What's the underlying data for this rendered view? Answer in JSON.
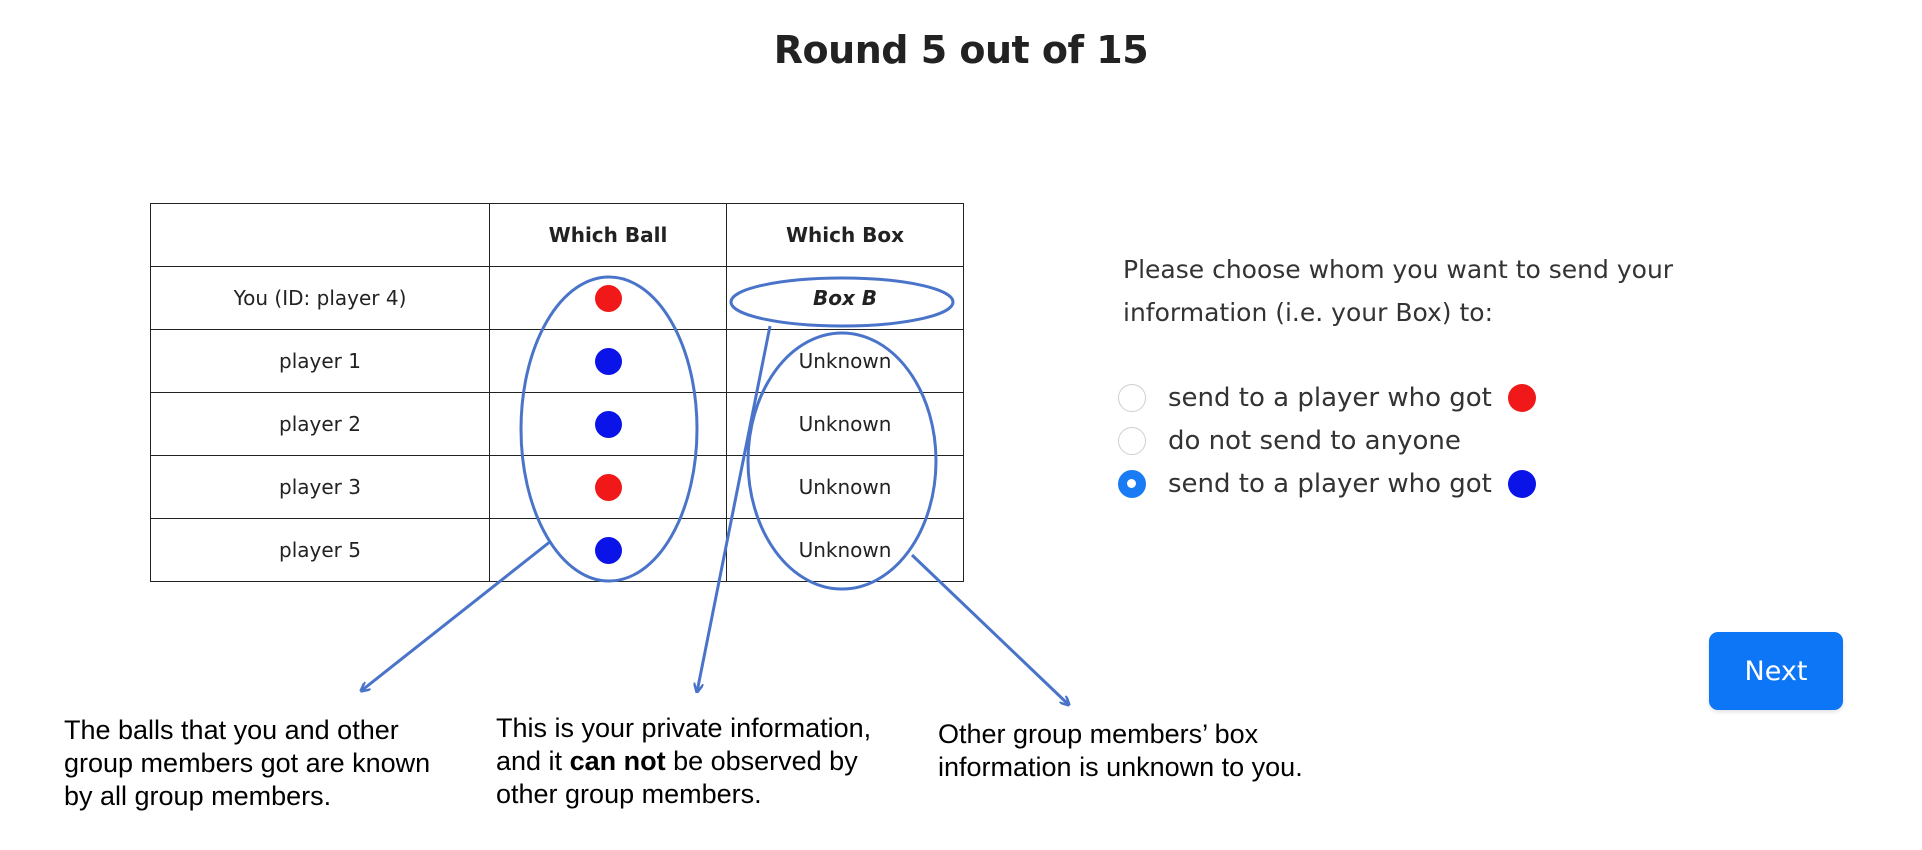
{
  "page": {
    "title": "Round 5 out of 15"
  },
  "table": {
    "headers": [
      "",
      "Which Ball",
      "Which Box"
    ],
    "rows": [
      {
        "name": "You (ID: player 4)",
        "ball": "red",
        "box": "Box B"
      },
      {
        "name": "player 1",
        "ball": "blue",
        "box": "Unknown"
      },
      {
        "name": "player 2",
        "ball": "blue",
        "box": "Unknown"
      },
      {
        "name": "player 3",
        "ball": "red",
        "box": "Unknown"
      },
      {
        "name": "player 5",
        "ball": "blue",
        "box": "Unknown"
      }
    ]
  },
  "question": {
    "line1": "Please choose whom you want to send your",
    "line2": "information (i.e. your Box) to:"
  },
  "options": [
    {
      "label": "send to a player who got",
      "ball": "red",
      "selected": false
    },
    {
      "label": "do not send to anyone",
      "ball": null,
      "selected": false
    },
    {
      "label": "send to a player who got",
      "ball": "blue",
      "selected": true
    }
  ],
  "next_button": {
    "label": "Next"
  },
  "annotations": {
    "balls": {
      "line1": "The balls that you and other",
      "line2": "group members got are known",
      "line3": "by all group members."
    },
    "private": {
      "line1": "This is your private information,",
      "line2_pre": "and it ",
      "line2_bold": "can not",
      "line2_post": " be observed by",
      "line3": "other group members."
    },
    "box": {
      "line1": "Other group members’ box",
      "line2": "information is unknown to you."
    }
  },
  "colors": {
    "red": "#f01818",
    "blue": "#0a14e8",
    "accent": "#0d76f7",
    "annotation_line": "#4a74c9"
  }
}
